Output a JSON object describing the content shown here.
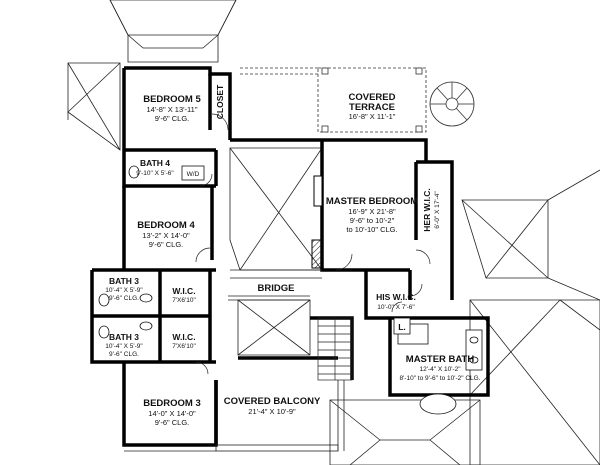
{
  "plan": {
    "rooms": {
      "bedroom5": {
        "name": "BEDROOM 5",
        "dims": "14'-8\" X 13'-11\"",
        "ceiling": "9'-6\" CLG."
      },
      "closet": {
        "name": "CLOSET"
      },
      "terrace": {
        "name1": "COVERED",
        "name2": "TERRACE",
        "dims": "16'-8\" X 11'-1\""
      },
      "bath4": {
        "name": "BATH 4",
        "dims": "9'-10\" X 5'-6\""
      },
      "master_bedroom": {
        "name": "MASTER BEDROOM",
        "dims": "16'-9\" X 21'-8\"",
        "ceiling1": "9'-6\" to 10'-2\"",
        "ceiling2": "to 10'-10\" CLG."
      },
      "her_wic": {
        "name": "HER W.I.C.",
        "dims": "6'-0\" X 17'-4\""
      },
      "bedroom4": {
        "name": "BEDROOM 4",
        "dims": "13'-2\" X 14'-0\"",
        "ceiling": "9'-6\" CLG."
      },
      "bridge": {
        "name": "BRIDGE"
      },
      "bath3a": {
        "name": "BATH 3",
        "dims": "10'-4\" X 5'-9\"",
        "ceiling": "9'-6\" CLG."
      },
      "wic_a": {
        "name": "W.I.C.",
        "dims": "7'X6'10\""
      },
      "bath3b": {
        "name": "BATH 3",
        "dims": "10'-4\" X 5'-9\"",
        "ceiling": "9'-6\" CLG."
      },
      "wic_b": {
        "name": "W.I.C.",
        "dims": "7'X6'10\""
      },
      "his_wic": {
        "name": "HIS W.I.C.",
        "dims": "10'-0\" X 7'-6\""
      },
      "laundry": {
        "name": "L."
      },
      "master_bath": {
        "name": "MASTER BATH",
        "dims": "12'-4\" X 10'-2\"",
        "ceiling": "8'-10\" to 9'-6\" to 10'-2\" CLG."
      },
      "covered_balcony": {
        "name": "COVERED BALCONY",
        "dims": "21'-4\" X 10'-9\""
      },
      "bedroom3": {
        "name": "BEDROOM 3",
        "dims": "14'-0\" X 14'-0\"",
        "ceiling": "9'-6\" CLG."
      }
    },
    "fixtures": {
      "washer_dryer": "W/D"
    }
  }
}
